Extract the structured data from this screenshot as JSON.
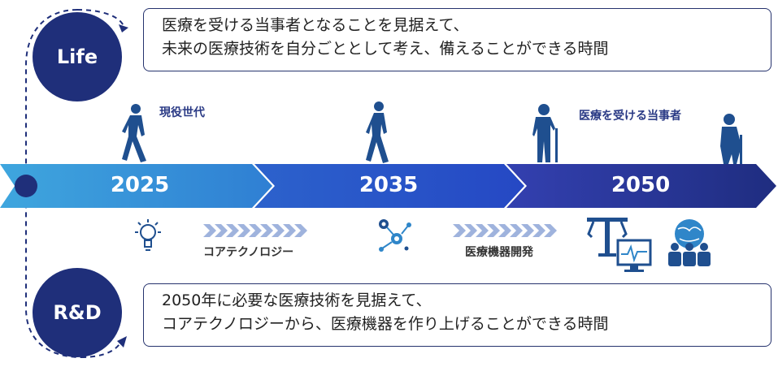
{
  "life": {
    "label": "Life",
    "line1": "医療を受ける当事者となることを見据えて、",
    "line2": "未来の医療技術を自分ごととして考え、備えることができる時間"
  },
  "rnd": {
    "label": "R&D",
    "line1": "2050年に必要な医療技術を見据えて、",
    "line2": "コアテクノロジーから、医療機器を作り上げることができる時間"
  },
  "timeline": {
    "years": [
      "2025",
      "2035",
      "2050"
    ],
    "stage_labels": [
      "現役世代",
      "医療を受ける当事者"
    ],
    "phase_labels": [
      "コアテクノロジー",
      "医療機器開発"
    ]
  },
  "colors": {
    "navy": "#1f2f7a",
    "arrow_start": "#3a9ad9",
    "arrow_mid": "#2550c8",
    "arrow_end": "#1e2f86"
  },
  "icons": [
    "lightbulb-icon",
    "gears-network-icon",
    "robot-arm-monitor-icon",
    "global-medical-team-icon"
  ]
}
